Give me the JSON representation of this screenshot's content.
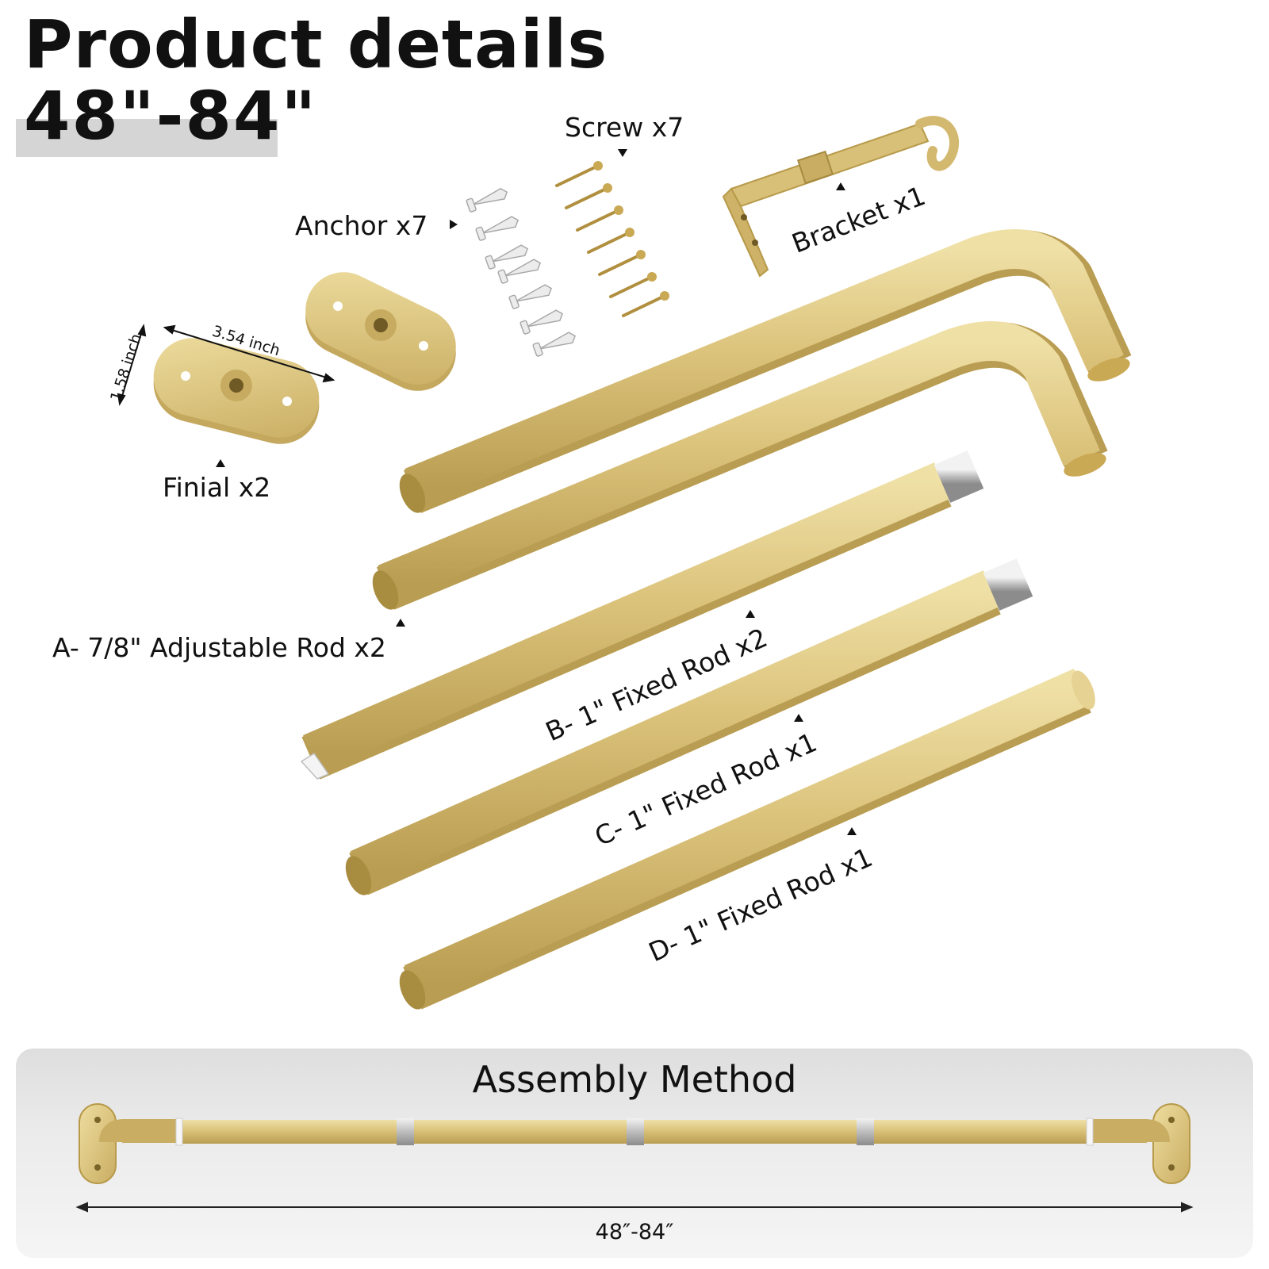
{
  "header": {
    "title": "Product details",
    "size_range": "48\"-84\""
  },
  "parts": {
    "screw": "Screw x7",
    "anchor": "Anchor x7",
    "bracket": "Bracket x1",
    "finial": "Finial x2",
    "rod_a": "A- 7/8\" Adjustable Rod x2",
    "rod_b": "B- 1\" Fixed Rod x2",
    "rod_c": "C- 1\" Fixed Rod x1",
    "rod_d": "D- 1\" Fixed Rod x1"
  },
  "finial_dimensions": {
    "width": "3.54 inch",
    "height": "1.58 inch"
  },
  "assembly": {
    "title": "Assembly Method",
    "length": "48″-84″"
  },
  "colors": {
    "gold": "#d9c078",
    "gold_dark": "#b79a4a",
    "gold_light": "#ecdca4",
    "anchor_white": "#ececec",
    "thread_silver": "#c9c9c9"
  }
}
